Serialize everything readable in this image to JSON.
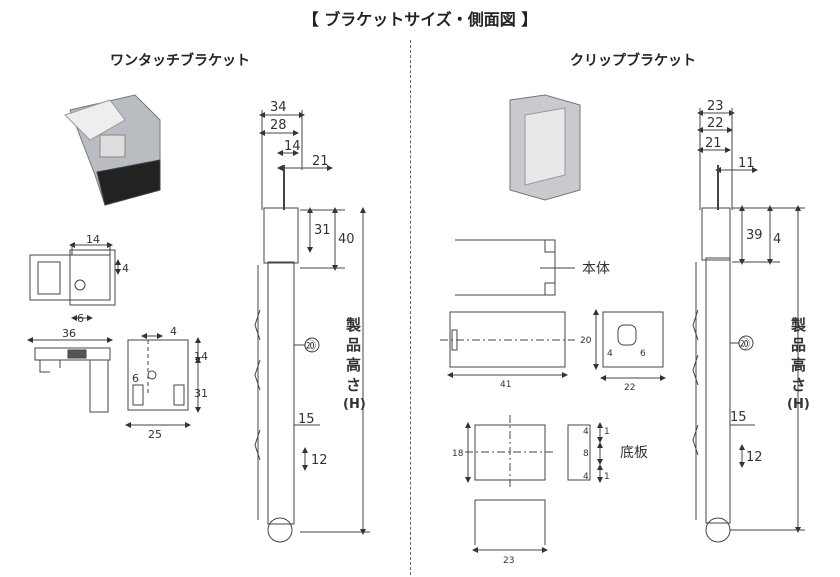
{
  "title": "【 ブラケットサイズ・側面図 】",
  "left": {
    "heading": "ワンタッチブラケット",
    "dims": {
      "d34": "34",
      "d28": "28",
      "d14a": "14",
      "d21": "21",
      "d31a": "31",
      "d40": "40",
      "d14b": "14",
      "d4a": "4",
      "d6a": "6",
      "d36": "36",
      "d4b": "4",
      "d14c": "14",
      "d6b": "6",
      "d31b": "31",
      "d25": "25",
      "d15": "15",
      "d12": "12",
      "d20": "⑳"
    },
    "height_label": [
      "製",
      "品",
      "高",
      "さ",
      "(H)"
    ]
  },
  "right": {
    "heading": "クリップブラケット",
    "dims": {
      "d23a": "23",
      "d22a": "22",
      "d21": "21",
      "d11": "11",
      "d39": "39",
      "d4": "4",
      "d20a": "20",
      "d4b": "4",
      "d6": "6",
      "d41": "41",
      "d22b": "22",
      "d18": "18",
      "d8": "8",
      "d4c": "4",
      "d1a": "1",
      "d4d": "4",
      "d1b": "1",
      "d23b": "23",
      "d15": "15",
      "d12": "12",
      "d20": "⑳"
    },
    "labels": {
      "body": "本体",
      "base": "底板"
    },
    "height_label": [
      "製",
      "品",
      "高",
      "さ",
      "(H)"
    ]
  }
}
